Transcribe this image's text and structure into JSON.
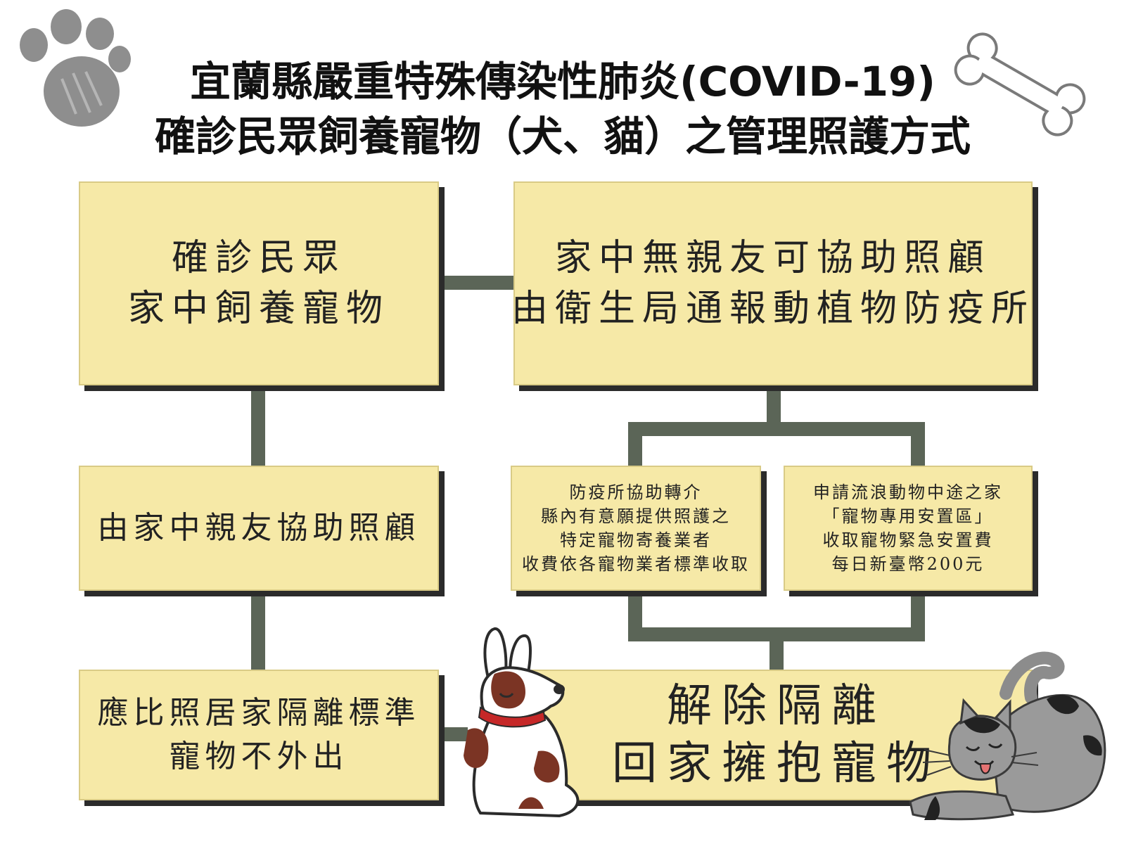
{
  "title": {
    "line1": "宜蘭縣嚴重特殊傳染性肺炎(COVID-19)",
    "line2": "確診民眾飼養寵物（犬、貓）之管理照護方式"
  },
  "nodes": {
    "confirmed": {
      "line1": "確診民眾",
      "line2": "家中飼養寵物"
    },
    "no_relatives": {
      "line1": "家中無親友可協助照顧",
      "line2": "由衛生局通報動植物防疫所"
    },
    "relatives_care": {
      "line1": "由家中親友協助照顧"
    },
    "isolation": {
      "line1": "應比照居家隔離標準",
      "line2": "寵物不外出"
    },
    "boarding": {
      "line1": "防疫所協助轉介",
      "line2": "縣內有意願提供照護之",
      "line3": "特定寵物寄養業者",
      "line4": "收費依各寵物業者標準收取"
    },
    "shelter": {
      "line1": "申請流浪動物中途之家",
      "line2": "「寵物專用安置區」",
      "line3": "收取寵物緊急安置費",
      "line4": "每日新臺幣200元"
    },
    "release": {
      "line1": "解除隔離",
      "line2": "回家擁抱寵物"
    }
  },
  "colors": {
    "box_fill": "#f6e9a7",
    "connector": "#5b6557",
    "shadow": "#2b2b2b"
  },
  "icons": [
    "paw-print-icon",
    "bone-icon",
    "dog-illustration",
    "cat-illustration"
  ]
}
